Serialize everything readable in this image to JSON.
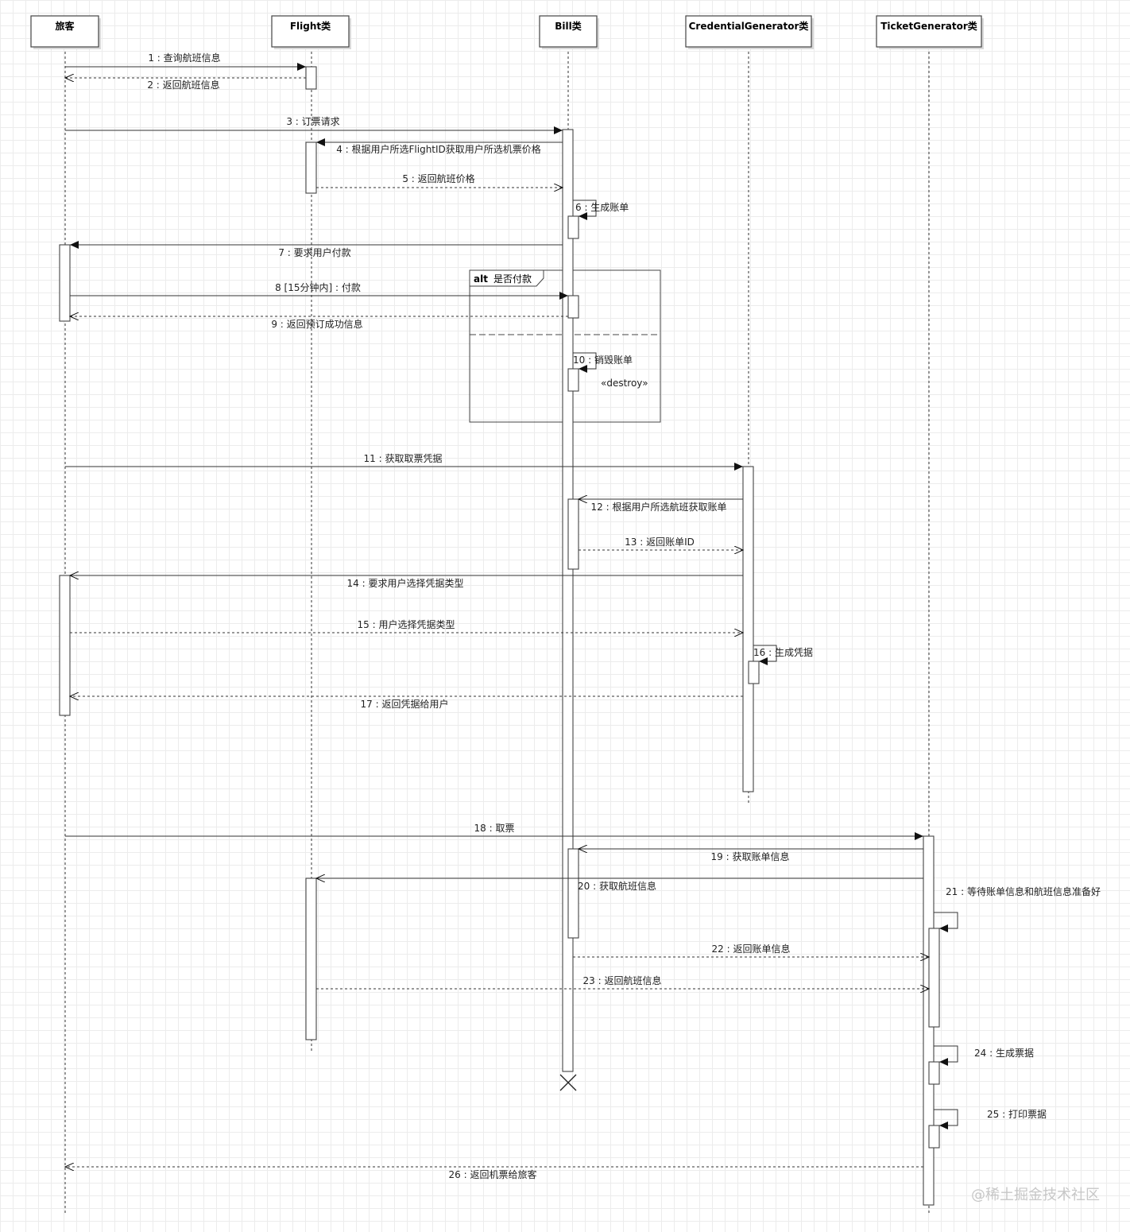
{
  "lifelines": [
    {
      "id": "traveler",
      "label": "旅客"
    },
    {
      "id": "flight",
      "label": "Flight类"
    },
    {
      "id": "bill",
      "label": "Bill类"
    },
    {
      "id": "credential",
      "label": "CredentialGenerator类"
    },
    {
      "id": "ticket",
      "label": "TicketGenerator类"
    }
  ],
  "messages": [
    {
      "n": 1,
      "label": "1 : 查询航班信息",
      "from": "traveler",
      "to": "flight",
      "kind": "sync"
    },
    {
      "n": 2,
      "label": "2 : 返回航班信息",
      "from": "flight",
      "to": "traveler",
      "kind": "return"
    },
    {
      "n": 3,
      "label": "3 : 订票请求",
      "from": "traveler",
      "to": "bill",
      "kind": "sync"
    },
    {
      "n": 4,
      "label": "4 : 根据用户所选FlightID获取用户所选机票价格",
      "from": "bill",
      "to": "flight",
      "kind": "sync"
    },
    {
      "n": 5,
      "label": "5 : 返回航班价格",
      "from": "flight",
      "to": "bill",
      "kind": "return"
    },
    {
      "n": 6,
      "label": "6 : 生成账单",
      "from": "bill",
      "to": "bill",
      "kind": "self"
    },
    {
      "n": 7,
      "label": "7 : 要求用户付款",
      "from": "bill",
      "to": "traveler",
      "kind": "sync"
    },
    {
      "n": 8,
      "label": "8 [15分钟内] : 付款",
      "from": "traveler",
      "to": "bill",
      "kind": "sync"
    },
    {
      "n": 9,
      "label": "9 : 返回预订成功信息",
      "from": "bill",
      "to": "traveler",
      "kind": "return"
    },
    {
      "n": 10,
      "label": "10 : 销毁账单",
      "from": "bill",
      "to": "bill",
      "kind": "self"
    },
    {
      "n": 11,
      "label": "11 : 获取取票凭据",
      "from": "traveler",
      "to": "credential",
      "kind": "sync"
    },
    {
      "n": 12,
      "label": "12 : 根据用户所选航班获取账单",
      "from": "credential",
      "to": "bill",
      "kind": "async"
    },
    {
      "n": 13,
      "label": "13 : 返回账单ID",
      "from": "bill",
      "to": "credential",
      "kind": "return"
    },
    {
      "n": 14,
      "label": "14 : 要求用户选择凭据类型",
      "from": "credential",
      "to": "traveler",
      "kind": "async"
    },
    {
      "n": 15,
      "label": "15 : 用户选择凭据类型",
      "from": "traveler",
      "to": "credential",
      "kind": "return"
    },
    {
      "n": 16,
      "label": "16 : 生成凭据",
      "from": "credential",
      "to": "credential",
      "kind": "self"
    },
    {
      "n": 17,
      "label": "17 : 返回凭据给用户",
      "from": "credential",
      "to": "traveler",
      "kind": "return"
    },
    {
      "n": 18,
      "label": "18 : 取票",
      "from": "traveler",
      "to": "ticket",
      "kind": "sync"
    },
    {
      "n": 19,
      "label": "19 : 获取账单信息",
      "from": "ticket",
      "to": "bill",
      "kind": "async"
    },
    {
      "n": 20,
      "label": "20 : 获取航班信息",
      "from": "ticket",
      "to": "flight",
      "kind": "async"
    },
    {
      "n": 21,
      "label": "21 : 等待账单信息和航班信息准备好",
      "from": "ticket",
      "to": "ticket",
      "kind": "self"
    },
    {
      "n": 22,
      "label": "22 : 返回账单信息",
      "from": "bill",
      "to": "ticket",
      "kind": "return"
    },
    {
      "n": 23,
      "label": "23 : 返回航班信息",
      "from": "flight",
      "to": "ticket",
      "kind": "return"
    },
    {
      "n": 24,
      "label": "24 : 生成票据",
      "from": "ticket",
      "to": "ticket",
      "kind": "self"
    },
    {
      "n": 25,
      "label": "25 : 打印票据",
      "from": "ticket",
      "to": "ticket",
      "kind": "self"
    },
    {
      "n": 26,
      "label": "26 : 返回机票给旅客",
      "from": "ticket",
      "to": "traveler",
      "kind": "return"
    }
  ],
  "fragment": {
    "operator": "alt",
    "guard": "是否付款"
  },
  "stereotype": "«destroy»",
  "watermark": "@稀土掘金技术社区"
}
